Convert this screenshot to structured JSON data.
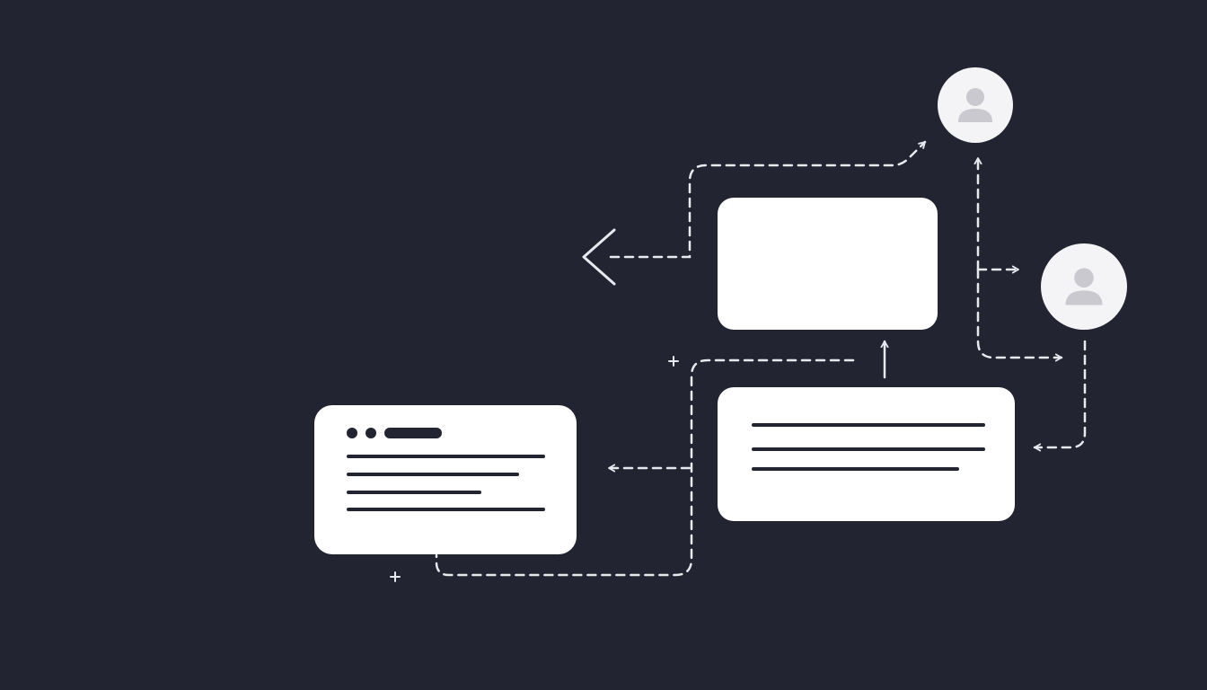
{
  "colors": {
    "background": "#222431",
    "card": "#ffffff",
    "connector": "#e8e9ee",
    "text_line": "#222431",
    "avatar_bg": "#f4f4f6",
    "avatar_figure": "#c9c9cf"
  },
  "icons": {
    "back": "chevron-left-icon",
    "user_top": "user-icon",
    "user_right": "user-icon",
    "plus": "plus-icon"
  },
  "cards": {
    "left_window": {
      "dots": 2,
      "text_lines": 4
    },
    "top_box": {
      "text_lines": 0
    },
    "bottom_box": {
      "text_lines": 3
    }
  }
}
